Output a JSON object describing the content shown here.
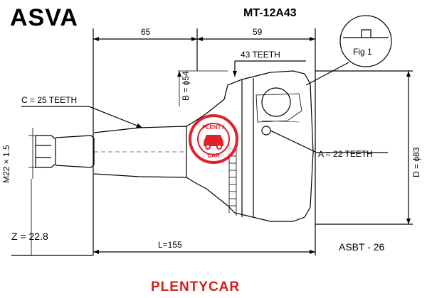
{
  "header": {
    "brand": "ASVA",
    "part_number": "MT-12A43"
  },
  "dimensions": {
    "length_left": "65",
    "length_right": "59",
    "outer_teeth": "43 TEETH",
    "b_diameter": "B = ϕ54",
    "c_teeth": "C = 25 TEETH",
    "thread": "M22 × 1.5",
    "a_teeth": "A = 22 TEETH",
    "d_diameter": "D = ϕ83",
    "z_value": "Z = 22.8",
    "total_length": "L=155",
    "fig_label": "Fig 1"
  },
  "abs_ref": "ASBT - 26",
  "watermark": {
    "top_text": "PLENTY",
    "bottom_text": "CAR",
    "color": "#e0202a"
  },
  "footer": {
    "text": "PLENTYCAR",
    "color": "#d0201e"
  }
}
